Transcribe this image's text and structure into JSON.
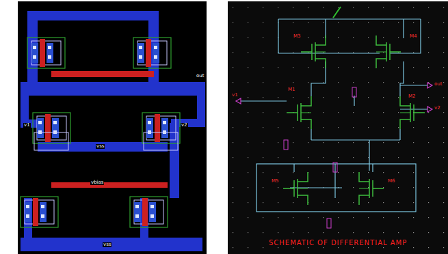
{
  "diagram": {
    "caption": "SCHEMATIC OF DIFFERENTIAL AMP",
    "labels": [
      "out",
      "v1",
      "v2",
      "vss",
      "vbias",
      "vss",
      "M3",
      "M4",
      "M1",
      "M2",
      "M5",
      "M6",
      "v1",
      "out",
      "v2"
    ]
  }
}
